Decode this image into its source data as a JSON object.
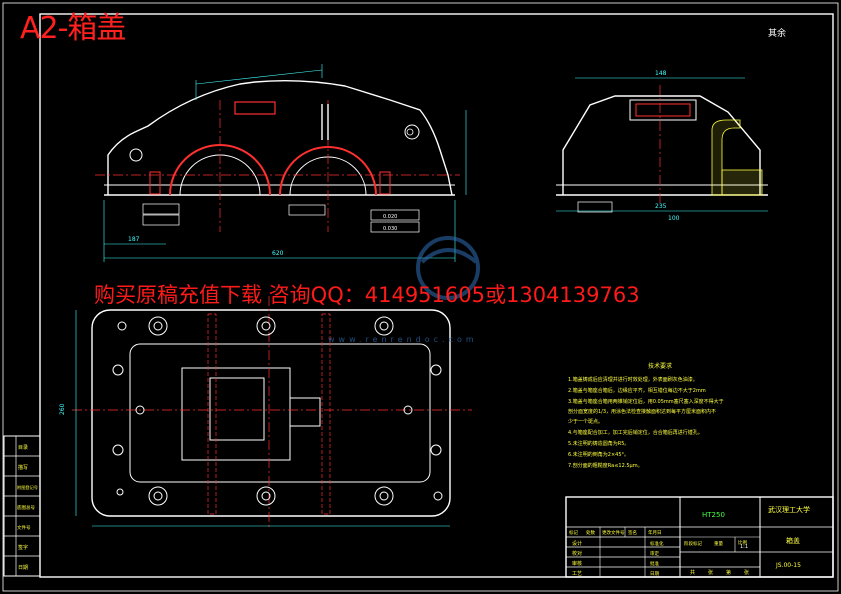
{
  "sheet": {
    "label": "A2-箱盖"
  },
  "watermark": {
    "text": "购买原稿充值下载 咨询QQ：414951605或1304139763",
    "logo_text": "www.renrendoc.com"
  },
  "roughness_note": "其余",
  "dimensions": {
    "front_total": "620",
    "front_half": "187",
    "side_width": "148",
    "side_base": "235",
    "bottom_dim": "100",
    "plan_height": "260"
  },
  "tolerances": {
    "t1": "0.020",
    "t2": "0.030"
  },
  "tech_req": {
    "title": "技术要求",
    "items": [
      "1.箱盖铸成后应清理并进行时效处理，外表面刷灰色油漆。",
      "2.箱盖与箱座合箱后，边缘应平齐，相互错位每边不大于2mm",
      "3.箱盖与箱座合箱用两锥销定位后，用0.05mm塞尺塞入深度不得大于",
      "  剖分面宽度的1/3，用涂色法检查接触面积达到每平方厘米面积内不",
      "  少于一个斑点。",
      "4.与箱座配合加工，加工完后销定位，合合箱后再进行镗孔。",
      "5.未注明的铸造圆角为R5。",
      "6.未注明的倒角为2×45°。",
      "7.剖分面的粗糙度Ra≤12.5μm。"
    ]
  },
  "left_strip": {
    "cells": [
      "目录",
      "描写",
      "附图登记号",
      "底图总号",
      "文件号",
      "签字",
      "日期"
    ]
  },
  "title_block": {
    "material": "HT250",
    "school": "武汉理工大学",
    "part_name": "箱盖",
    "drawing_no": "JS.00-15",
    "scale": "1:1",
    "row_labels": [
      "设计",
      "校对",
      "审核",
      "工艺"
    ],
    "header_labels": [
      "标记",
      "处数",
      "更改文件号",
      "签名",
      "年月日"
    ],
    "stage_labels": [
      "阶段标记",
      "重量",
      "比例"
    ],
    "footer_labels": [
      "共",
      "张",
      "第",
      "张"
    ],
    "approve_labels": [
      "标准化",
      "审定",
      "批准",
      "日期"
    ]
  }
}
